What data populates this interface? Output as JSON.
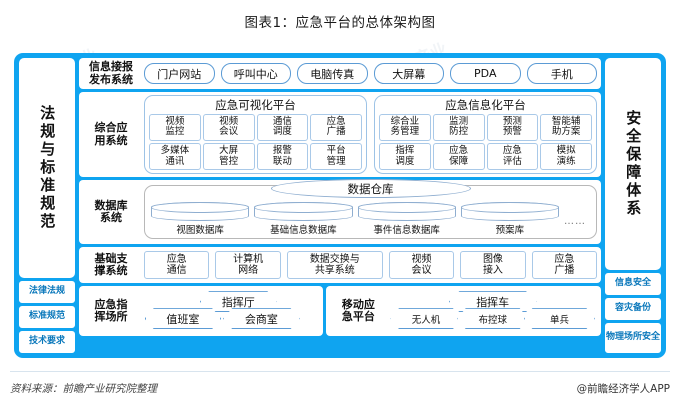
{
  "title": "图表1：应急平台的总体架构图",
  "left_column": {
    "vertical_label": "法规与标准规范",
    "badges": [
      "法律法规",
      "标准规范",
      "技术要求"
    ]
  },
  "right_column": {
    "vertical_label": "安全保障体系",
    "badges": [
      "信息安全",
      "容灾备份",
      "物理场所安全"
    ]
  },
  "rows": {
    "info_release": {
      "label": "信息接报\n发布系统",
      "label_line1": "信息接报",
      "label_line2": "发布系统",
      "items": [
        "门户网站",
        "呼叫中心",
        "电脑传真",
        "大屏幕",
        "PDA",
        "手机"
      ]
    },
    "comprehensive": {
      "label_line1": "综合应",
      "label_line2": "用系统",
      "platforms": [
        {
          "title": "应急可视化平台",
          "cells": [
            "视频\n监控",
            "视频\n会议",
            "通信\n调度",
            "应急\n广播",
            "多媒体\n通讯",
            "大屏\n管控",
            "报警\n联动",
            "平台\n管理"
          ]
        },
        {
          "title": "应急信息化平台",
          "cells": [
            "综合业\n务管理",
            "监测\n防控",
            "预测\n预警",
            "智能辅\n助方案",
            "指挥\n调度",
            "应急\n保障",
            "应急\n评估",
            "模拟\n演练"
          ]
        }
      ]
    },
    "database": {
      "label_line1": "数据库",
      "label_line2": "系统",
      "warehouse": "数据仓库",
      "databases": [
        "视图数据库",
        "基础信息数据库",
        "事件信息数据库",
        "预案库"
      ],
      "ellipsis": "……"
    },
    "support": {
      "label_line1": "基础支",
      "label_line2": "撑系统",
      "items": [
        "应急\n通信",
        "计算机\n网络",
        "数据交换与\n共享系统",
        "视频\n会议",
        "图像\n接入",
        "应急\n广播"
      ]
    },
    "command_site": {
      "label_line1": "应急指",
      "label_line2": "挥场所",
      "hexes": [
        "指挥厅",
        "值班室",
        "会商室"
      ]
    },
    "mobile_platform": {
      "label_line1": "移动应",
      "label_line2": "急平台",
      "hexes": [
        "指挥车",
        "无人机",
        "布控球",
        "单兵"
      ]
    }
  },
  "footer": {
    "source": "资料来源：前瞻产业研究院整理",
    "app": "@前瞻经济学人APP"
  },
  "colors": {
    "frame_blue": "#0fa4f0",
    "cell_border": "#a9c9e8",
    "pill_border": "#5b9bd5",
    "badge_text": "#0a78bb"
  }
}
